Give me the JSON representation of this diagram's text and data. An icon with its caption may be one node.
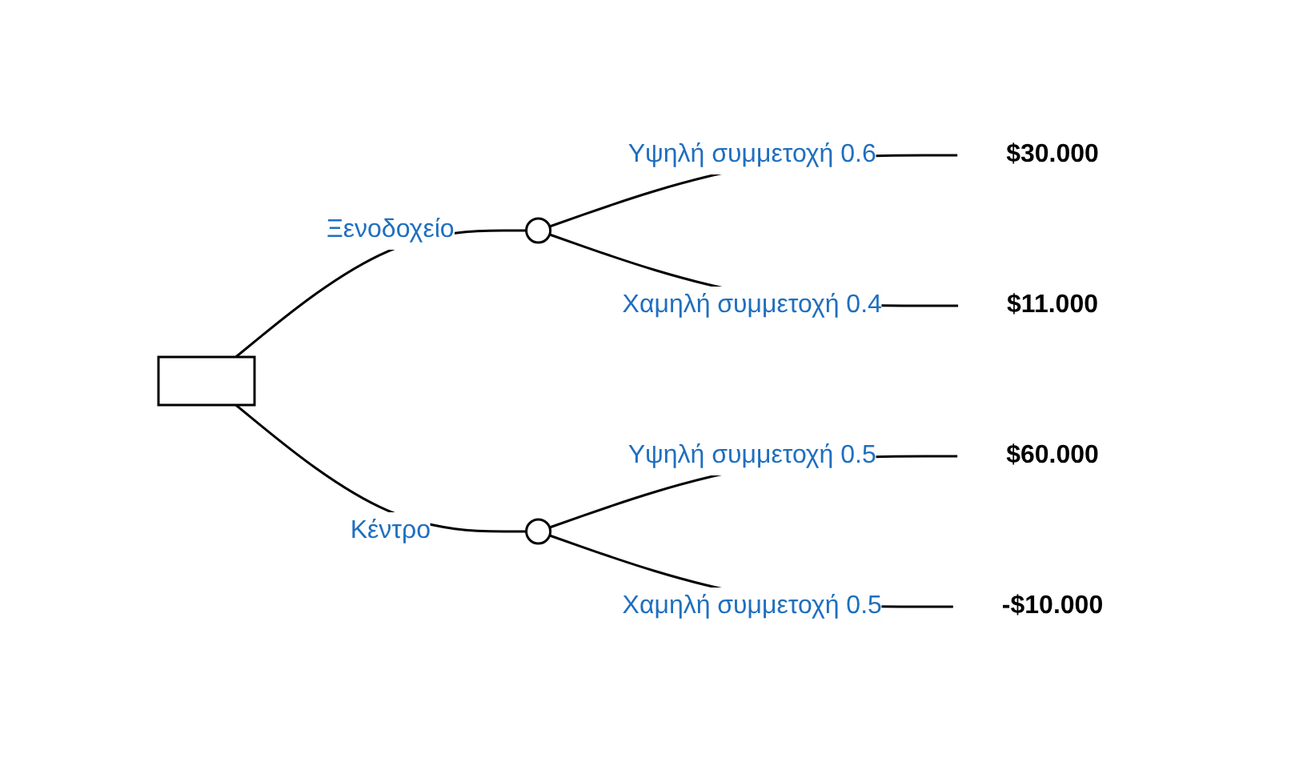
{
  "diagram": {
    "nodes": [
      {
        "text": [],
        "shape": "box"
      },
      {
        "text": [],
        "shape": "circle"
      },
      {
        "text": [],
        "shape": "circle"
      },
      {
        "text": [
          "$30.000"
        ]
      },
      {
        "text": [
          "$11.000"
        ]
      },
      {
        "text": [
          "$60.000"
        ]
      },
      {
        "text": [
          "-$10.000"
        ]
      }
    ],
    "edges": [
      {
        "from": 0,
        "to": 1,
        "arrow": "none",
        "label": "Ξενοδοχείο"
      },
      {
        "from": 0,
        "to": 2,
        "arrow": "none",
        "label": "Κέντρο"
      },
      {
        "from": 1,
        "to": 3,
        "arrow": "none",
        "label": "Υψηλή συμμετοχή 0.6"
      },
      {
        "from": 1,
        "to": 4,
        "arrow": "none",
        "label": "Χαμηλή συμμετοχή 0.4"
      },
      {
        "from": 2,
        "to": 5,
        "arrow": "none",
        "label": "Υψηλή συμμετοχή 0.5"
      },
      {
        "from": 2,
        "to": 6,
        "arrow": "none",
        "label": "Χαμηλή συμμετοχή 0.5"
      }
    ]
  }
}
